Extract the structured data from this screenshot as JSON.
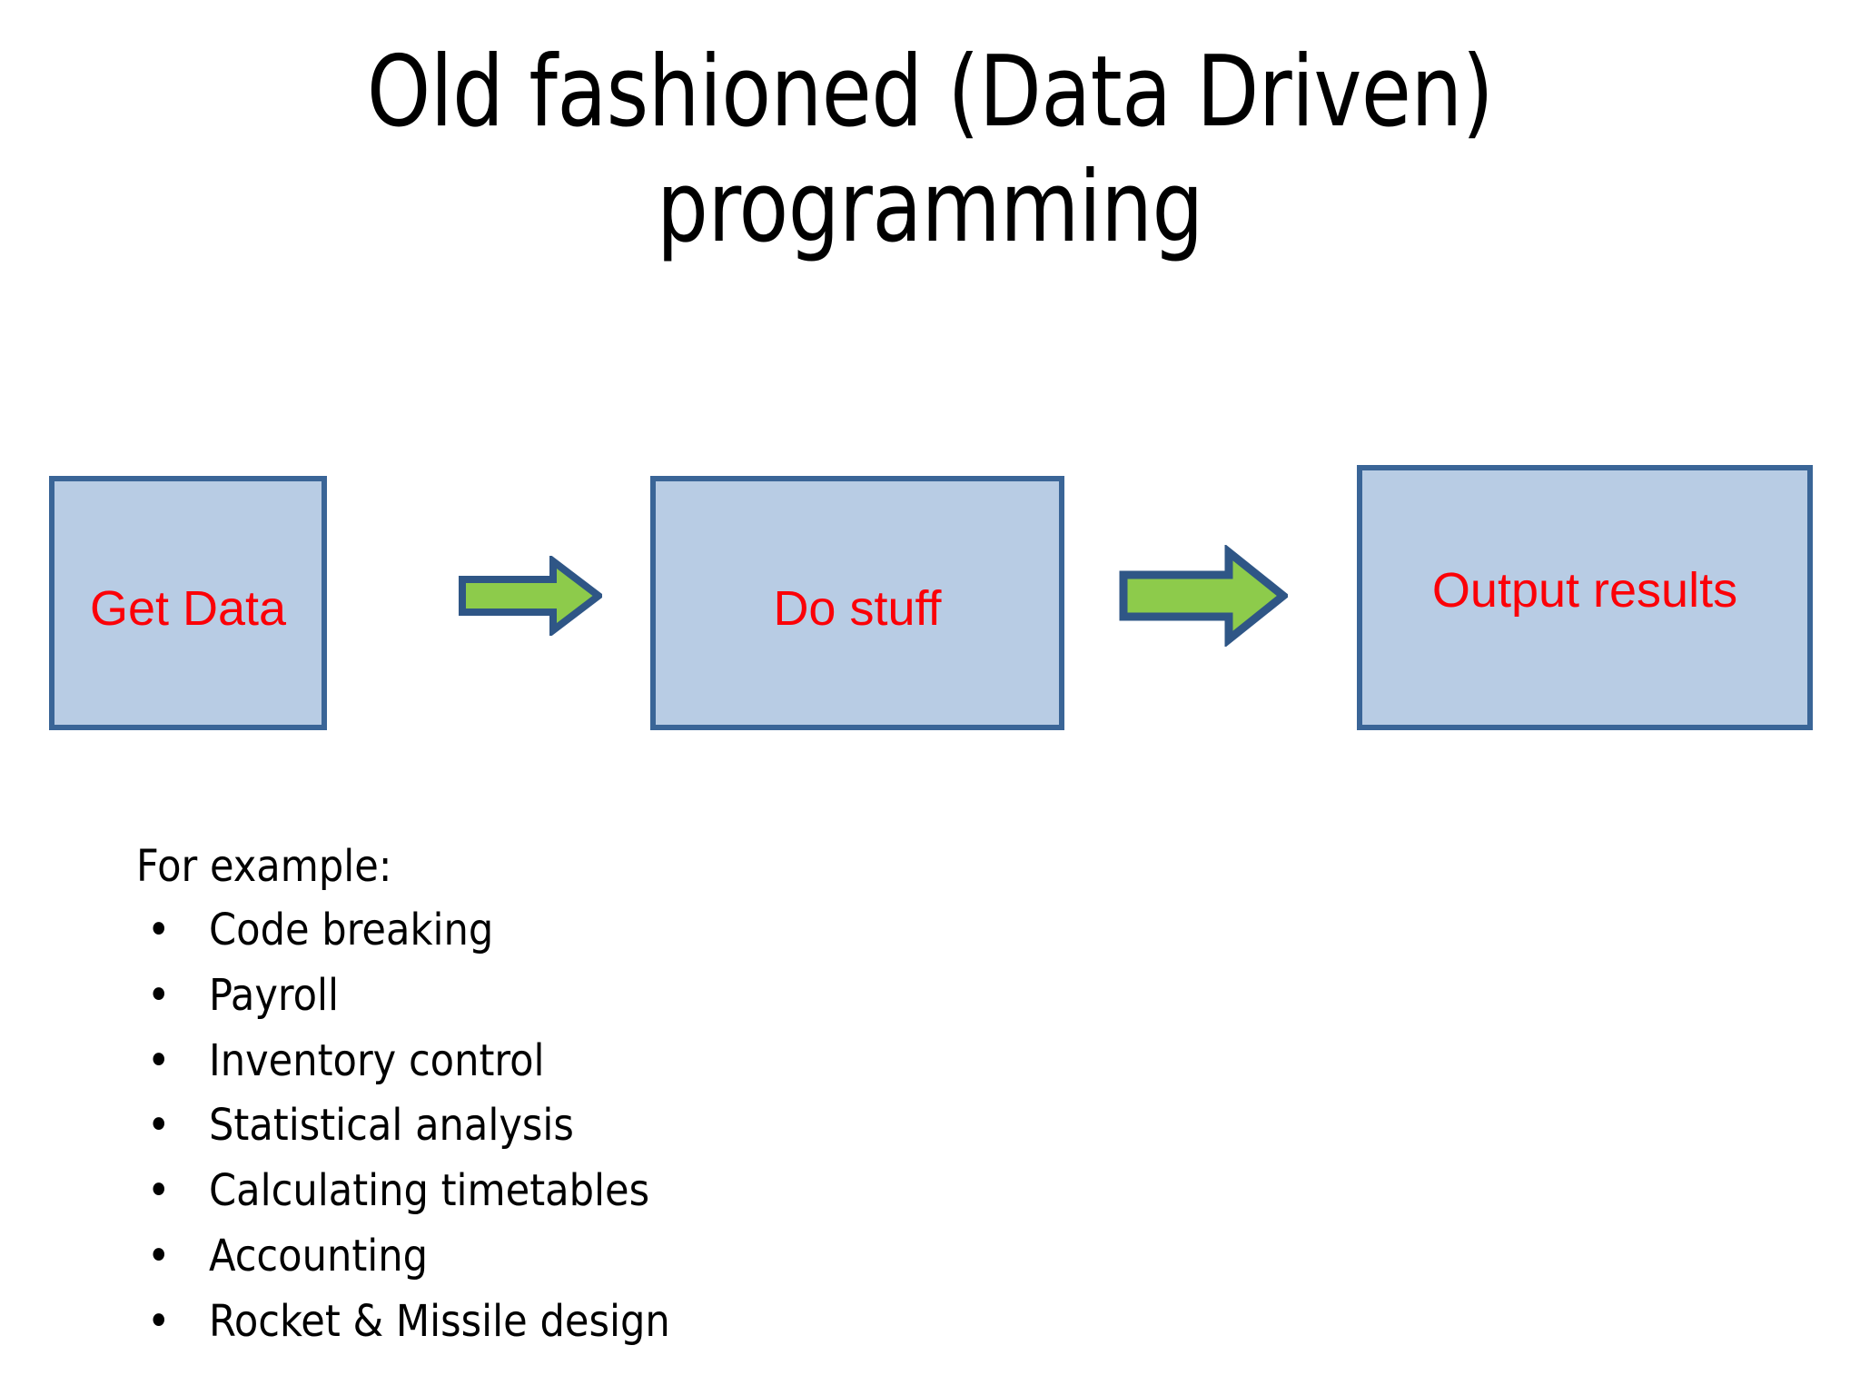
{
  "slide": {
    "title": "Old fashioned (Data Driven)\nprogramming",
    "background_color": "#ffffff"
  },
  "colors": {
    "box_fill": "#b8cce4",
    "box_border": "#3a6597",
    "box_label_text": "#fb0007",
    "arrow_fill": "#8dcb4b",
    "arrow_border": "#2f5686",
    "body_text": "#000000"
  },
  "flow": {
    "boxes": [
      {
        "label": "Get Data"
      },
      {
        "label": "Do stuff"
      },
      {
        "label": "Output results"
      }
    ],
    "arrows": [
      {
        "name": "arrow-get-data-to-do-stuff",
        "direction": "right"
      },
      {
        "name": "arrow-do-stuff-to-output-results",
        "direction": "right"
      }
    ]
  },
  "examples": {
    "intro": "For example:",
    "bullet_glyph": "•",
    "items": [
      "Code breaking",
      "Payroll",
      "Inventory control",
      "Statistical analysis",
      "Calculating timetables",
      "Accounting",
      "Rocket & Missile design"
    ]
  }
}
